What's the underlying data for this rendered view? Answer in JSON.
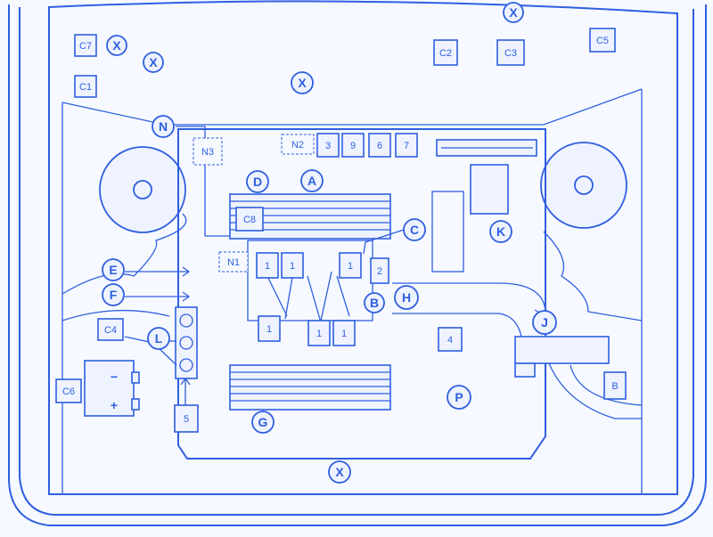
{
  "colors": {
    "line": "#2f5fe0",
    "background": "#f6f9ff"
  },
  "letters": {
    "x_top": "X",
    "x_c7": "X",
    "x_left": "X",
    "x_mid": "X",
    "x_bottom": "X",
    "n": "N",
    "d": "D",
    "a": "A",
    "c": "C",
    "k": "K",
    "e": "E",
    "f": "F",
    "b_circle": "B",
    "h": "H",
    "j": "J",
    "l": "L",
    "g": "G",
    "p": "P"
  },
  "boxes": {
    "c7": "C7",
    "c1": "C1",
    "c2": "C2",
    "c3": "C3",
    "c5": "C5",
    "c4": "C4",
    "c6": "C6",
    "c8": "C8",
    "n1": "N1",
    "n2": "N2",
    "n3": "N3",
    "r3": "3",
    "r9": "9",
    "r6": "6",
    "r7": "7",
    "r2": "2",
    "r4": "4",
    "r5": "5",
    "rb": "B",
    "one_a": "1",
    "one_b": "1",
    "one_c": "1",
    "one_d": "1",
    "one_e": "1",
    "one_f": "1"
  },
  "battery": {
    "minus": "−",
    "plus": "+"
  }
}
